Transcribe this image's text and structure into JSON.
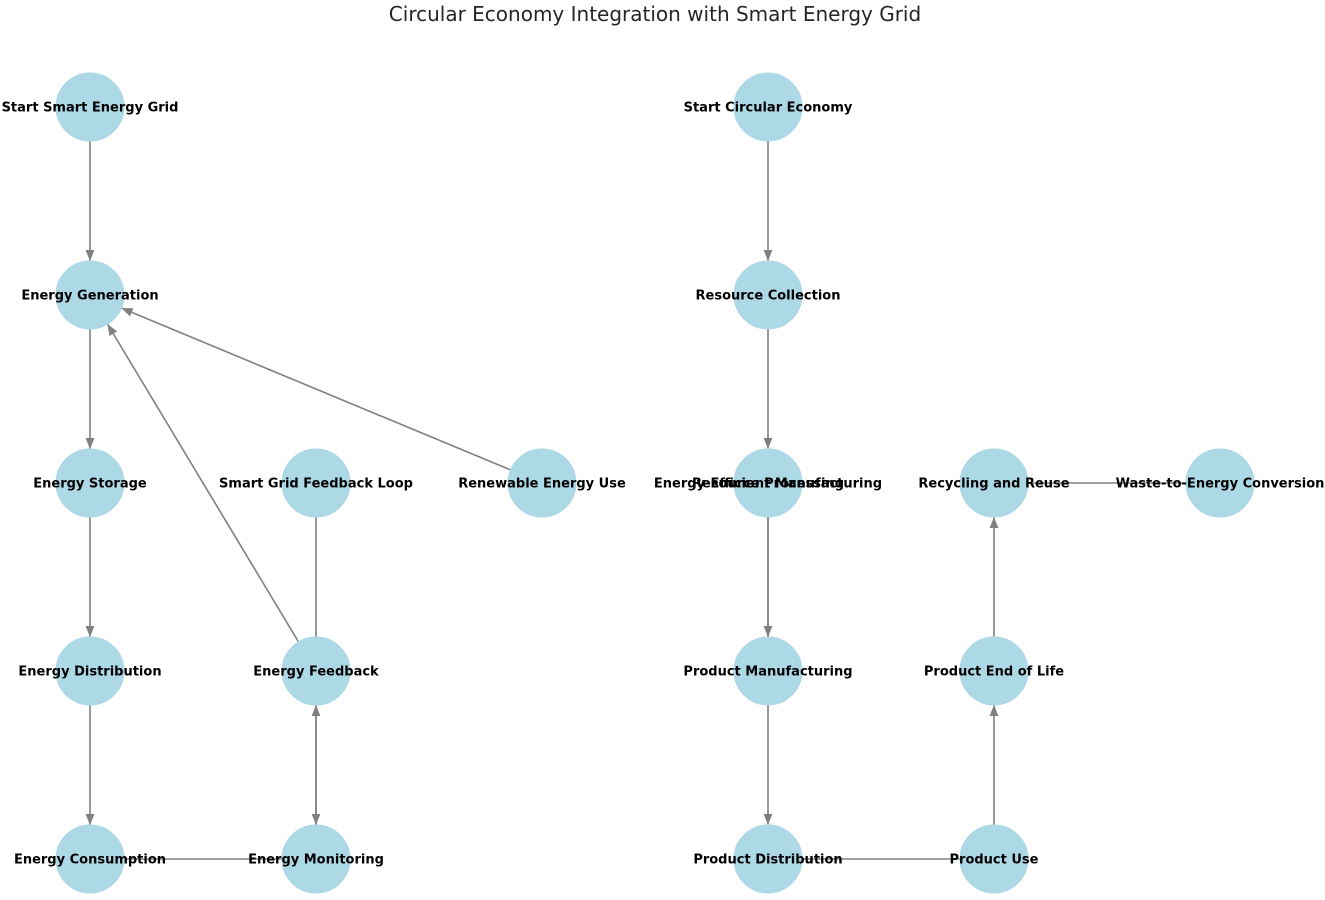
{
  "title": "Circular Economy Integration with Smart Energy Grid",
  "colors": {
    "node_fill": "#add8e6",
    "edge": "#808080",
    "label": "#000000",
    "title": "#262626"
  },
  "nodes": [
    {
      "id": "start_grid",
      "label": "Start Smart Energy Grid"
    },
    {
      "id": "energy_generation",
      "label": "Energy Generation"
    },
    {
      "id": "energy_storage",
      "label": "Energy Storage"
    },
    {
      "id": "smart_grid_feedback_loop",
      "label": "Smart Grid Feedback Loop"
    },
    {
      "id": "renewable_energy_use",
      "label": "Renewable Energy Use"
    },
    {
      "id": "energy_distribution",
      "label": "Energy Distribution"
    },
    {
      "id": "energy_feedback",
      "label": "Energy Feedback"
    },
    {
      "id": "energy_consumption",
      "label": "Energy Consumption"
    },
    {
      "id": "energy_monitoring",
      "label": "Energy Monitoring"
    },
    {
      "id": "start_circular",
      "label": "Start Circular Economy"
    },
    {
      "id": "resource_collection",
      "label": "Resource Collection"
    },
    {
      "id": "energy_efficient_manufacturing",
      "label": "Energy-Efficient Manufacturing"
    },
    {
      "id": "resource_processing",
      "label": "Resource Processing"
    },
    {
      "id": "recycling_and_reuse",
      "label": "Recycling and Reuse"
    },
    {
      "id": "waste_to_energy",
      "label": "Waste-to-Energy Conversion"
    },
    {
      "id": "product_manufacturing",
      "label": "Product Manufacturing"
    },
    {
      "id": "product_end_of_life",
      "label": "Product End of Life"
    },
    {
      "id": "product_distribution",
      "label": "Product Distribution"
    },
    {
      "id": "product_use",
      "label": "Product Use"
    }
  ],
  "edges": [
    {
      "from": "start_grid",
      "to": "energy_generation",
      "arrow": true
    },
    {
      "from": "energy_generation",
      "to": "energy_storage",
      "arrow": true
    },
    {
      "from": "energy_storage",
      "to": "energy_distribution",
      "arrow": true
    },
    {
      "from": "energy_distribution",
      "to": "energy_consumption",
      "arrow": true
    },
    {
      "from": "energy_consumption",
      "to": "energy_monitoring",
      "arrow": false
    },
    {
      "from": "energy_monitoring",
      "to": "energy_feedback",
      "arrow": true
    },
    {
      "from": "energy_feedback",
      "to": "energy_monitoring",
      "arrow": true
    },
    {
      "from": "energy_feedback",
      "to": "energy_generation",
      "arrow": true
    },
    {
      "from": "renewable_energy_use",
      "to": "energy_generation",
      "arrow": true
    },
    {
      "from": "smart_grid_feedback_loop",
      "to": "energy_feedback",
      "arrow": false
    },
    {
      "from": "start_circular",
      "to": "resource_collection",
      "arrow": true
    },
    {
      "from": "resource_collection",
      "to": "resource_processing",
      "arrow": true
    },
    {
      "from": "resource_processing",
      "to": "product_manufacturing",
      "arrow": true
    },
    {
      "from": "energy_efficient_manufacturing",
      "to": "product_manufacturing",
      "arrow": false
    },
    {
      "from": "product_manufacturing",
      "to": "product_distribution",
      "arrow": true
    },
    {
      "from": "product_distribution",
      "to": "product_use",
      "arrow": false
    },
    {
      "from": "product_use",
      "to": "product_end_of_life",
      "arrow": true
    },
    {
      "from": "product_end_of_life",
      "to": "recycling_and_reuse",
      "arrow": true
    },
    {
      "from": "recycling_and_reuse",
      "to": "waste_to_energy",
      "arrow": false
    }
  ]
}
